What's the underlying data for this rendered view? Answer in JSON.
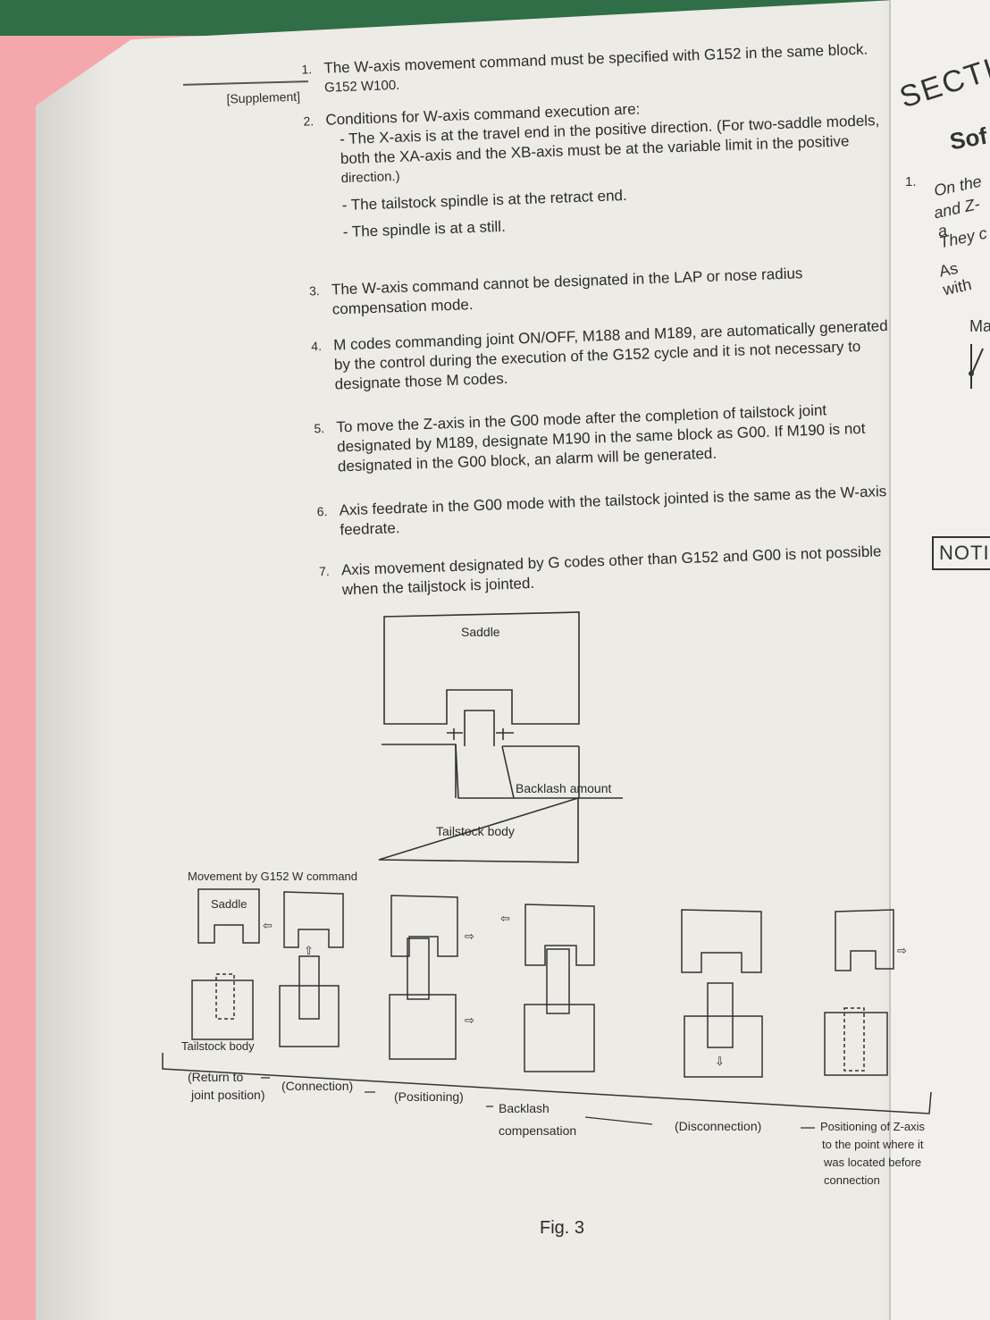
{
  "supplement_label": "[Supplement]",
  "items": [
    {
      "num": "1.",
      "lines": [
        "The W-axis movement command must be specified with G152 in the same block.",
        "G152 W100."
      ]
    },
    {
      "num": "2.",
      "lines": [
        "Conditions for W-axis command execution are:",
        "- The X-axis is at the travel end in the positive direction. (For two-saddle models,",
        "both the XA-axis and the XB-axis must be at the variable limit in the positive",
        "direction.)",
        "- The tailstock spindle is at the retract end.",
        "- The spindle is at a still."
      ]
    },
    {
      "num": "3.",
      "lines": [
        "The W-axis command cannot be designated in the LAP or nose radius",
        "compensation mode."
      ]
    },
    {
      "num": "4.",
      "lines": [
        "M codes commanding joint ON/OFF, M188 and M189, are automatically generated",
        "by the control during the execution of the G152 cycle and it is not necessary to",
        "designate those M codes."
      ]
    },
    {
      "num": "5.",
      "lines": [
        "To move the Z-axis in the G00 mode after the completion of tailstock joint",
        "designated by M189, designate M190 in the same block as G00. If M190 is not",
        "designated in the G00 block, an alarm will be generated."
      ]
    },
    {
      "num": "6.",
      "lines": [
        "Axis feedrate in the G00 mode with the tailstock jointed is the same as the W-axis",
        "feedrate."
      ]
    },
    {
      "num": "7.",
      "lines": [
        "Axis movement designated by G codes other than G152 and G00 is not possible",
        "when the tailjstock is jointed."
      ]
    }
  ],
  "right_page": {
    "section": "SECTIO",
    "sof": "Sof",
    "one": "1.",
    "line1": "On the",
    "line2": "and Z-a",
    "line3": "They c",
    "line4": "As with",
    "ma": "Ma",
    "notice": "NOTIC"
  },
  "figure": {
    "saddle": "Saddle",
    "backlash": "Backlash amount",
    "tailstock_body": "Tailstock body",
    "movement_caption": "Movement by G152 W command",
    "seq_saddle": "Saddle",
    "seq_tailstock": "Tailstock body",
    "step1": [
      "(Return to",
      "joint position)"
    ],
    "step2": "(Connection)",
    "step3": "(Positioning)",
    "step4": [
      "Backlash",
      "compensation"
    ],
    "step5": "(Disconnection)",
    "step6": [
      "Positioning of Z-axis",
      "to the point where it",
      "was located before",
      "connection"
    ],
    "caption": "Fig. 3"
  }
}
